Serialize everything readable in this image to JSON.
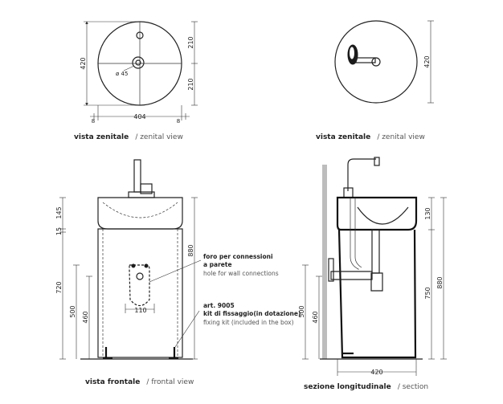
{
  "views": {
    "top_left": {
      "caption_bold": "vista zenitale",
      "caption_rest": "/ zenital view",
      "dims": {
        "height": "420",
        "upper": "210",
        "lower": "210",
        "width": "404",
        "left_margin": "8",
        "right_margin": "8",
        "hole": "ø 45"
      }
    },
    "top_right": {
      "caption_bold": "vista zenitale",
      "caption_rest": "/ zenital view",
      "dims": {
        "height": "420"
      }
    },
    "front": {
      "caption_bold": "vista frontale",
      "caption_rest": "/ frontal view",
      "dims": {
        "d145": "145",
        "d15": "15",
        "d720": "720",
        "d500": "500",
        "d460": "460",
        "d880": "880",
        "d110": "110"
      },
      "notes": {
        "hole_it_1": "foro per connessioni",
        "hole_it_2": "a parete",
        "hole_en": "hole for wall connections",
        "kit_code": "art. 9005",
        "kit_it": "kit di fissaggio(in dotazione)",
        "kit_en": "fixing kit (included in the box)"
      }
    },
    "section": {
      "caption_bold": "sezione longitudinale",
      "caption_rest": "/ section",
      "dims": {
        "d130": "130",
        "d750": "750",
        "d880": "880",
        "d500": "500",
        "d460": "460",
        "width": "420"
      }
    }
  }
}
